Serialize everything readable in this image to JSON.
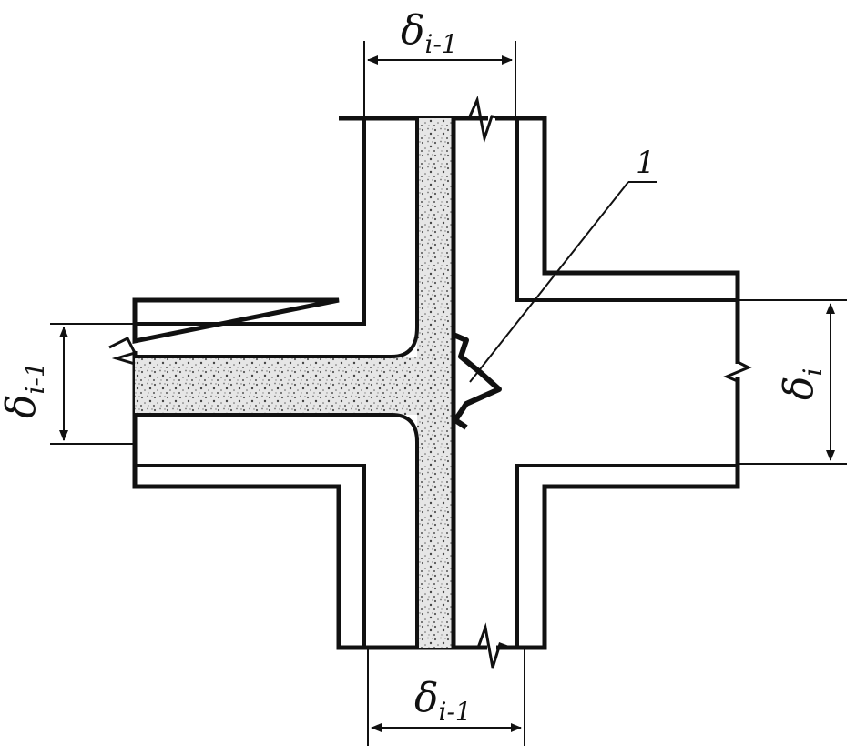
{
  "figure": {
    "labels": {
      "top_dimension": {
        "symbol": "δ",
        "subscript": "i-1"
      },
      "bottom_dimension": {
        "symbol": "δ",
        "subscript": "i-1"
      },
      "left_dimension": {
        "symbol": "δ",
        "subscript": "i-1"
      },
      "right_dimension": {
        "symbol": "δ",
        "subscript": "i"
      },
      "callout": "1"
    },
    "colors": {
      "ink": "#111111",
      "fill": "#d9d9d9",
      "background": "#ffffff"
    }
  }
}
